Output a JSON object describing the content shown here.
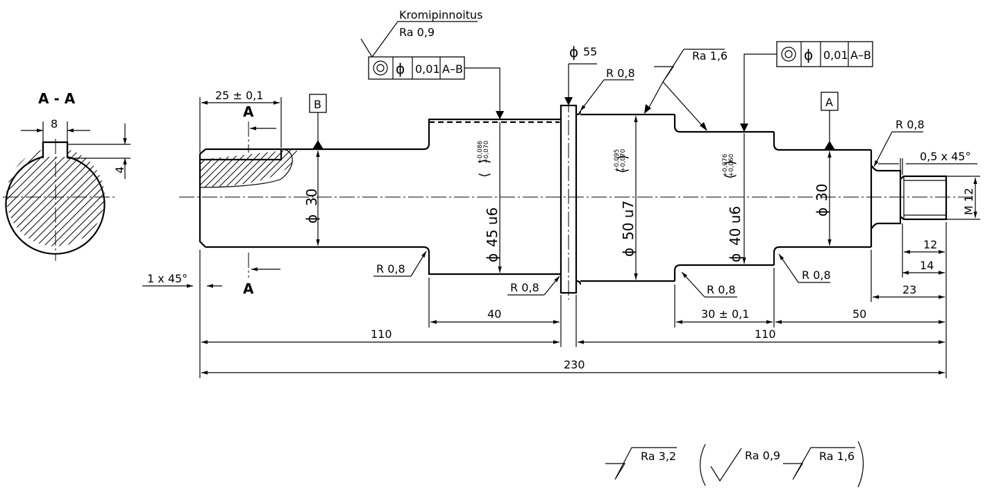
{
  "section": {
    "title": "A - A",
    "width": "8",
    "depth": "4"
  },
  "section_marks": {
    "top": "A",
    "bottom": "A"
  },
  "datum": {
    "left": "B",
    "right": "A"
  },
  "surface": {
    "coating_label": "Kromipinnoitus",
    "coating_ra": "Ra 0,9",
    "ra_mid": "Ra 1,6"
  },
  "fcf_left": {
    "tol": "0,01",
    "datum": "A–B"
  },
  "fcf_right": {
    "tol": "0,01",
    "datum": "A–B"
  },
  "symbols": {
    "diameter": "ϕ"
  },
  "diameters": {
    "d55": "55",
    "d30_left": "30",
    "d45": "45 u6",
    "d45_tol_up": "+0,086",
    "d45_tol_lo": "+0,070",
    "d50": "50 u7",
    "d50_tol_up": "+0,095",
    "d50_tol_lo": "+0,070",
    "d40": "40 u6",
    "d40_tol_up": "+0,076",
    "d40_tol_lo": "+0,060",
    "d30_right": "30",
    "thread": "M 12"
  },
  "radii": {
    "r_top_mid": "R 0,8",
    "r_top_right": "R 0,8",
    "r_bot_left": "R 0,8",
    "r_bot_mid": "R 0,8",
    "r_bot_mid2": "R 0,8",
    "r_bot_right": "R 0,8"
  },
  "chamfers": {
    "left": "1 x 45°",
    "right": "0,5  x 45°"
  },
  "dims": {
    "keyway_len": "25  ± 0,1",
    "d40_len": "40",
    "len_30": "30  ± 0,1",
    "len_50": "50",
    "len_110_left": "110",
    "len_110_right": "110",
    "len_230": "230",
    "len_12": "12",
    "len_14": "14",
    "len_23": "23"
  },
  "general_finish": {
    "main": "Ra 3,2",
    "a": "Ra 0,9",
    "b": "Ra 1,6"
  }
}
